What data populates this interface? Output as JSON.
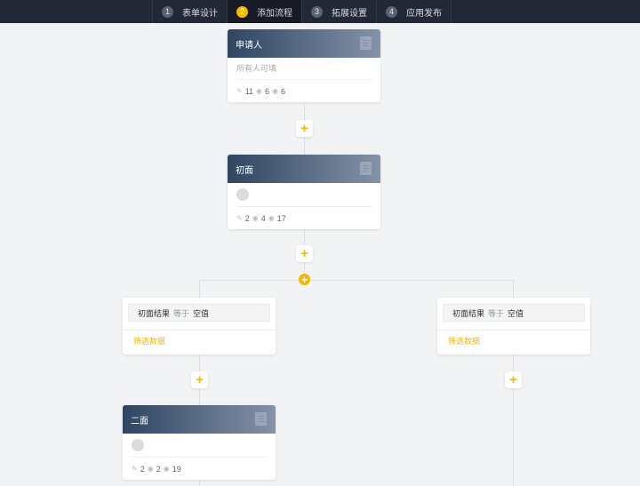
{
  "steps": [
    {
      "num": "1",
      "label": "表单设计"
    },
    {
      "num": "2",
      "label": "添加流程",
      "active": true
    },
    {
      "num": "3",
      "label": "拓展设置"
    },
    {
      "num": "4",
      "label": "应用发布"
    }
  ],
  "nodes": [
    {
      "title": "申请人",
      "subtitle": "所有人可填",
      "edit": "11",
      "view1": "6",
      "view2": "6"
    },
    {
      "title": "初面",
      "edit": "2",
      "view1": "4",
      "view2": "17"
    },
    {
      "title": "二面",
      "edit": "2",
      "view1": "2",
      "view2": "19"
    }
  ],
  "conditions": [
    {
      "field": "初面结果",
      "op": "等于",
      "value": "空值",
      "action": "筛选数据"
    },
    {
      "field": "初面结果",
      "op": "等于",
      "value": "空值",
      "action": "筛选数据"
    }
  ],
  "add_symbol": "+",
  "colors": {
    "accent": "#f5b800",
    "header": "#2f4562"
  }
}
